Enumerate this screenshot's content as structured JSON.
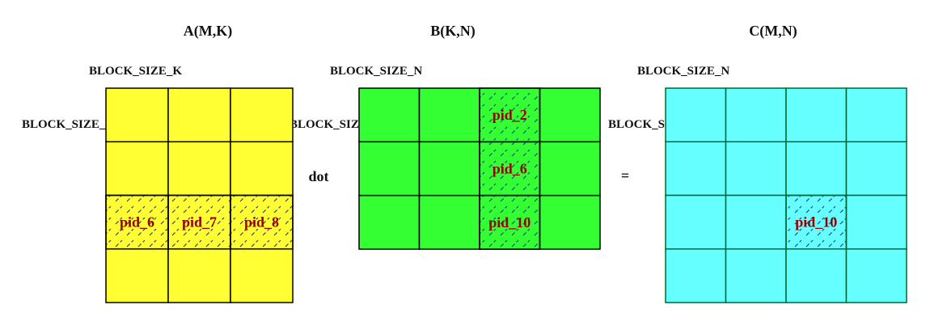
{
  "colors": {
    "matrix_a_fill": "#ffff33",
    "matrix_b_fill": "#33ff33",
    "matrix_c_fill": "#66ffff",
    "grid_line": "#000000",
    "grid_line_c": "#006633",
    "pid_text": "#990000",
    "hatch": "#1f3fa0"
  },
  "matrix_a": {
    "title": "A(M,K)",
    "top_label": "BLOCK_SIZE_K",
    "side_label": "BLOCK_SIZE_M",
    "rows": 4,
    "cols": 3,
    "highlighted": [
      {
        "row": 2,
        "col": 0,
        "label": "pid_6"
      },
      {
        "row": 2,
        "col": 1,
        "label": "pid_7"
      },
      {
        "row": 2,
        "col": 2,
        "label": "pid_8"
      }
    ]
  },
  "operator_dot": "dot",
  "matrix_b": {
    "title": "B(K,N)",
    "top_label": "BLOCK_SIZE_N",
    "side_label": "BLOCK_SIZE_K",
    "rows": 3,
    "cols": 4,
    "highlighted": [
      {
        "row": 0,
        "col": 2,
        "label": "pid_2"
      },
      {
        "row": 1,
        "col": 2,
        "label": "pid_6"
      },
      {
        "row": 2,
        "col": 2,
        "label": "pid_10"
      }
    ]
  },
  "operator_equals": "=",
  "matrix_c": {
    "title": "C(M,N)",
    "top_label": "BLOCK_SIZE_N",
    "side_label": "BLOCK_SIZE_M",
    "rows": 4,
    "cols": 4,
    "highlighted": [
      {
        "row": 2,
        "col": 2,
        "label": "pid_10"
      }
    ]
  }
}
